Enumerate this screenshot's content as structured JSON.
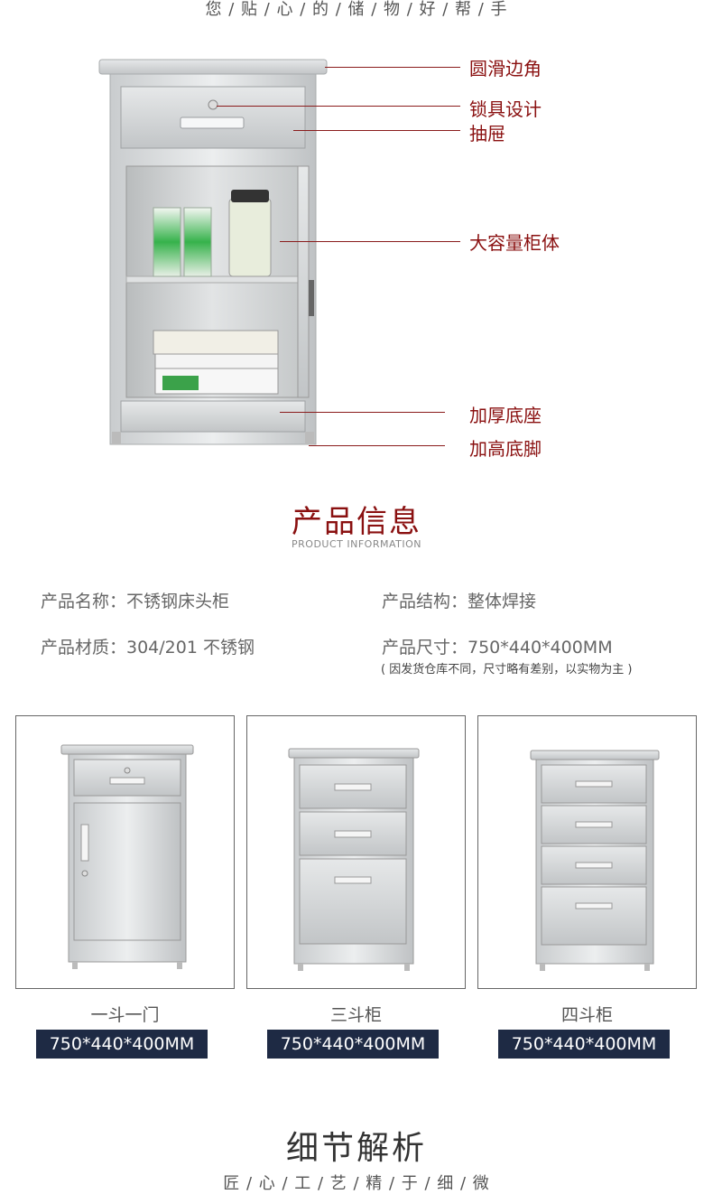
{
  "top_tagline": "您 / 贴 / 心 / 的 / 储 / 物 / 好 / 帮 / 手",
  "callouts": [
    {
      "label": "圆滑边角"
    },
    {
      "label": "锁具设计"
    },
    {
      "label": "抽屉"
    },
    {
      "label": "大容量柜体"
    },
    {
      "label": "加厚底座"
    },
    {
      "label": "加高底脚"
    }
  ],
  "product_info": {
    "title": "产品信息",
    "subtitle": "PRODUCT INFORMATION",
    "name": "产品名称：不锈钢床头柜",
    "structure": "产品结构：整体焊接",
    "material": "产品材质：304/201 不锈钢",
    "size": "产品尺寸：750*440*400MM",
    "note": "( 因发货仓库不同，尺寸略有差别，以实物为主 )"
  },
  "variants": [
    {
      "name": "一斗一门",
      "size": "750*440*400MM"
    },
    {
      "name": "三斗柜",
      "size": "750*440*400MM"
    },
    {
      "name": "四斗柜",
      "size": "750*440*400MM"
    }
  ],
  "detail": {
    "title": "细节解析",
    "tagline": "匠 / 心 / 工 / 艺 / 精 / 于 / 细 / 微"
  },
  "colors": {
    "accent": "#8a1010",
    "label_bg": "#1e2a44"
  }
}
